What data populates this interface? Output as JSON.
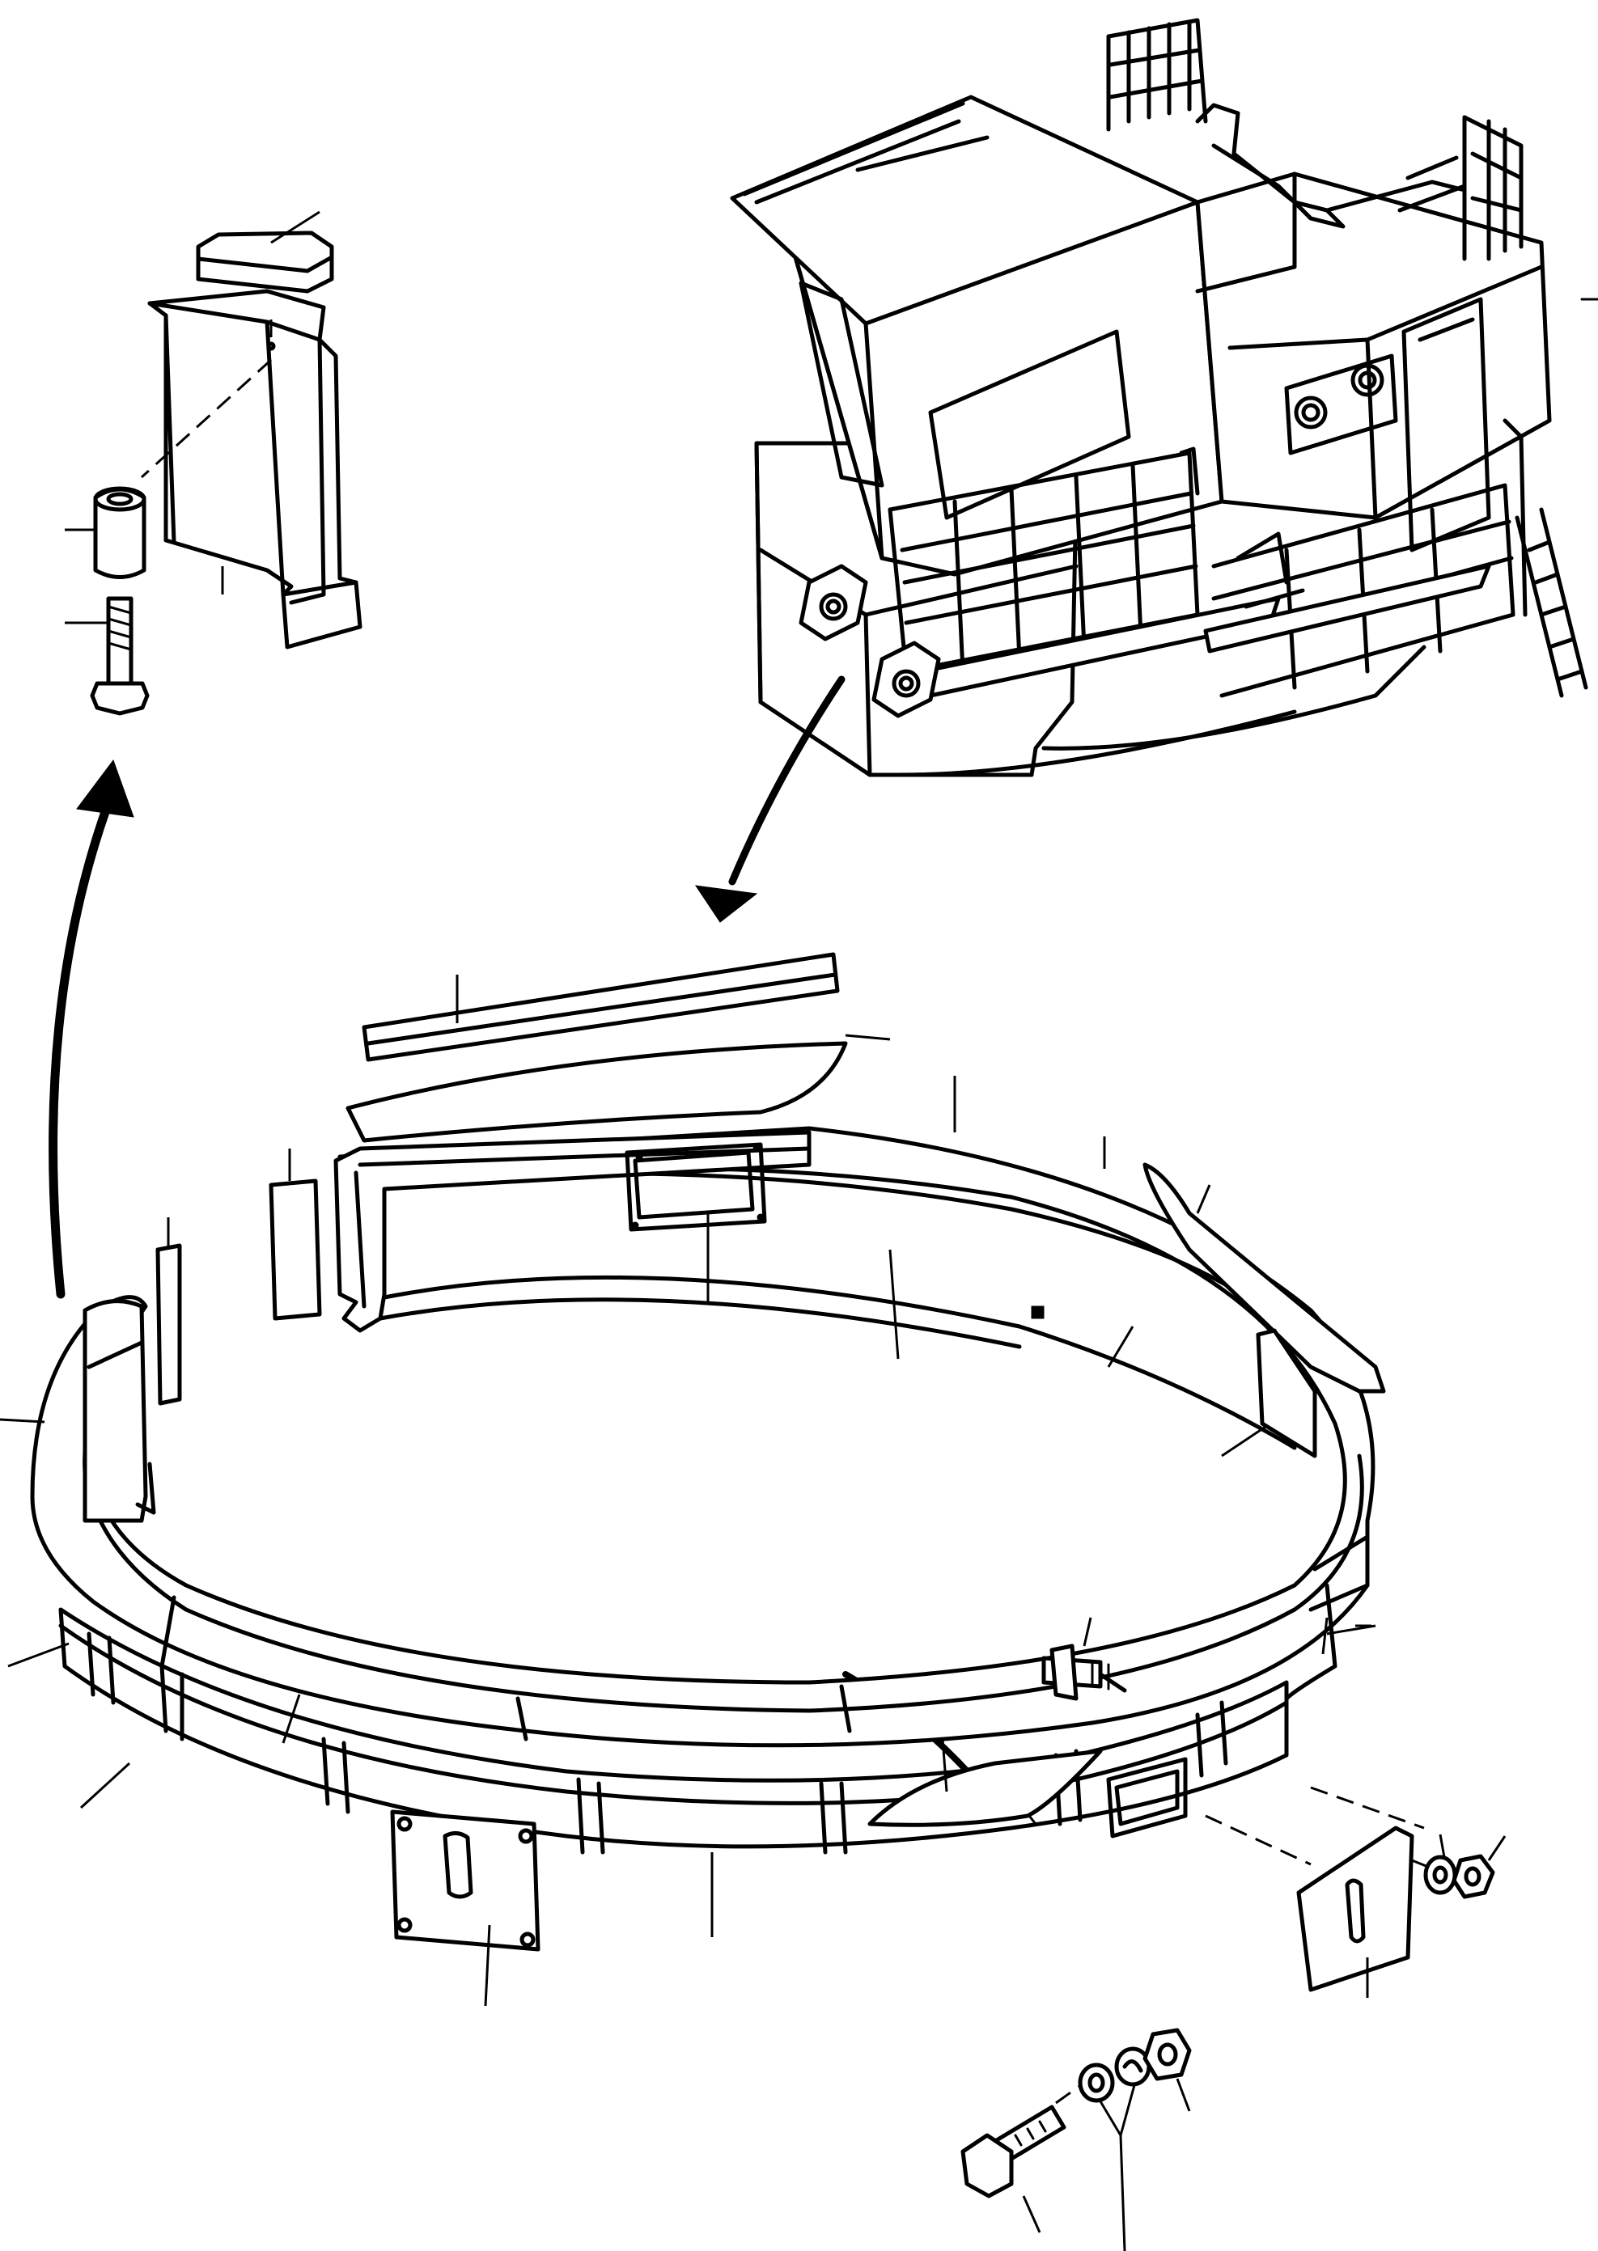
{
  "diagram": {
    "kind": "exploded-parts-illustration",
    "groups": [
      {
        "name": "upper-structure-cab",
        "labels": []
      },
      {
        "name": "swing-circle-cover-assembly",
        "labels": []
      },
      {
        "name": "cover-bracket-detail",
        "labels": []
      },
      {
        "name": "bolt-washer-nut-detail",
        "labels": []
      },
      {
        "name": "side-cover-fasteners",
        "labels": []
      }
    ]
  }
}
